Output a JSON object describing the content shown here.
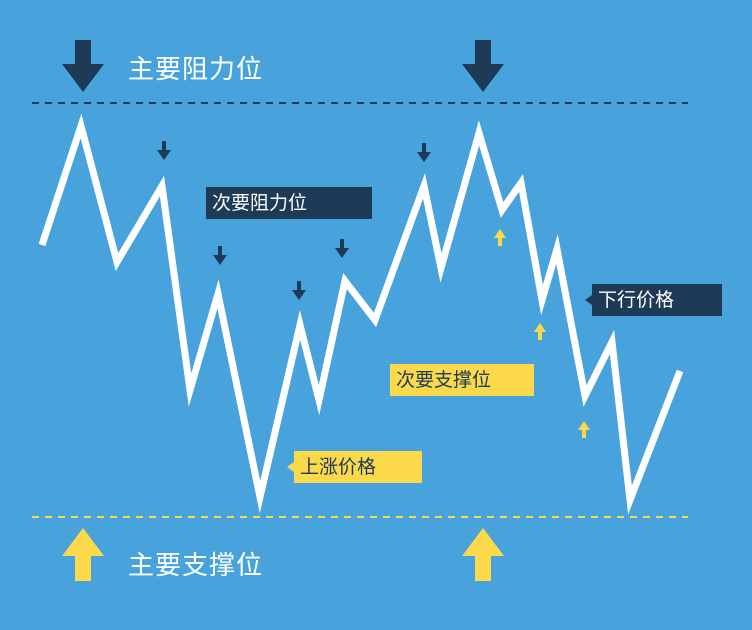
{
  "labels": {
    "major_resistance": "主要阻力位",
    "major_support": "主要支撑位",
    "minor_resistance": "次要阻力位",
    "minor_support": "次要支撑位",
    "uptrend_price": "上涨价格",
    "downtrend_price": "下行价格"
  },
  "colors": {
    "background": "#48a3dc",
    "price_line": "#ffffff",
    "resistance": "#1d3b56",
    "support": "#fbd94a"
  }
}
